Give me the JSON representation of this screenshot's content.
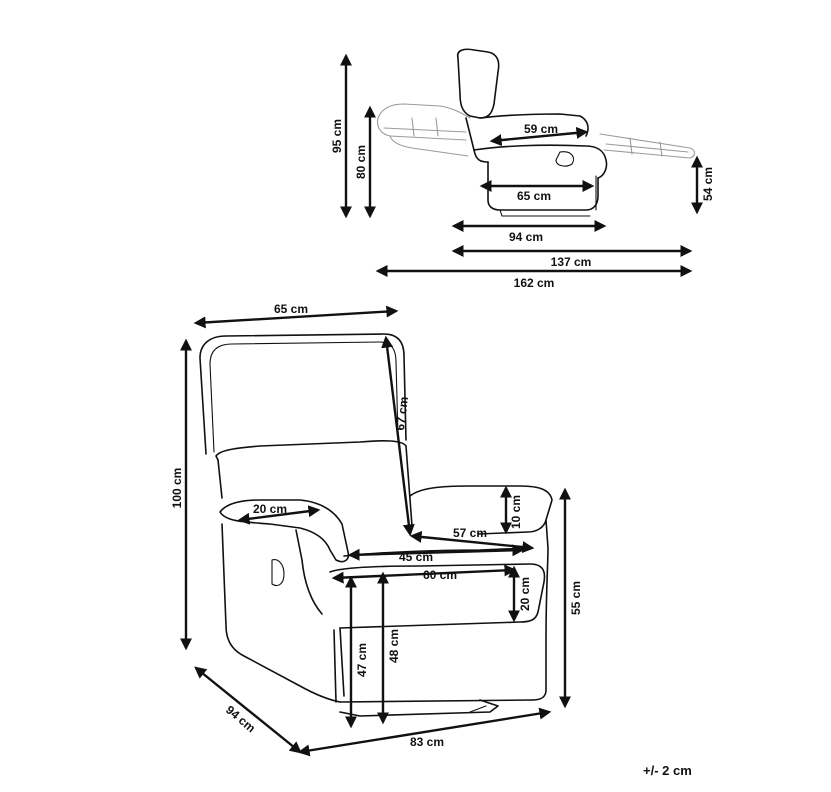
{
  "side_view": {
    "height_total": "95 cm",
    "height_back": "80 cm",
    "seat_depth": "59 cm",
    "seat_width_inner": "65 cm",
    "depth_upright": "94 cm",
    "depth_reclined": "137 cm",
    "depth_full": "162 cm",
    "footrest_height": "54 cm"
  },
  "front_view": {
    "width_top": "65 cm",
    "backrest_height": "67 cm",
    "height_total": "100 cm",
    "armrest_width": "20 cm",
    "armrest_height": "10 cm",
    "seat_depth": "57 cm",
    "seat_width": "45 cm",
    "seat_width_outer": "60 cm",
    "cushion_height": "20 cm",
    "seat_height": "47 cm",
    "seat_height_cushion": "48 cm",
    "armrest_floor_height": "55 cm",
    "depth": "94 cm",
    "width_total": "83 cm"
  },
  "tolerance": "+/- 2 cm"
}
